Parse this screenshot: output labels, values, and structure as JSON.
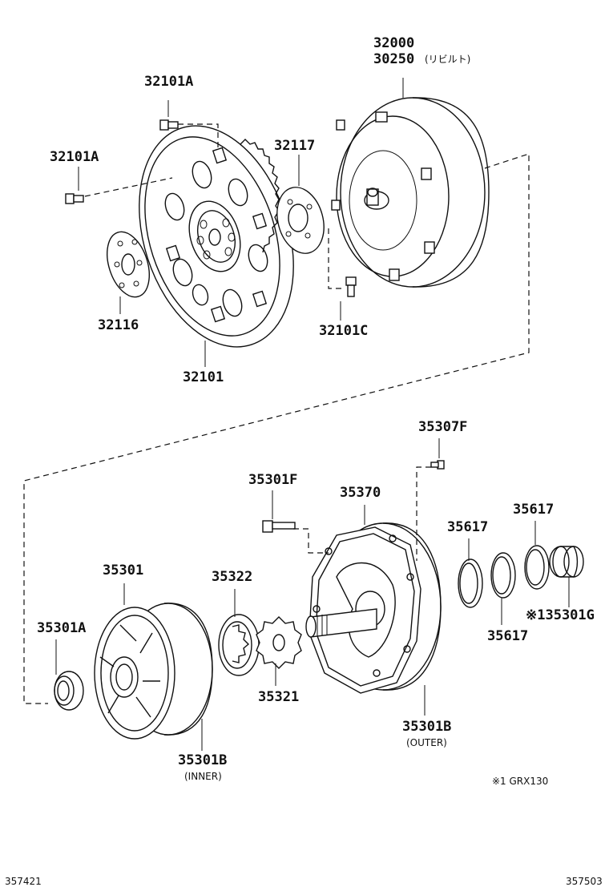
{
  "labels": {
    "p32000": "32000",
    "p30250": "30250",
    "p30250_note": "(リビルト)",
    "p32101A_top": "32101A",
    "p32101A_left": "32101A",
    "p32117": "32117",
    "p32116": "32116",
    "p32101C": "32101C",
    "p32101": "32101",
    "p35307F": "35307F",
    "p35301F": "35301F",
    "p35370": "35370",
    "p35617_a": "35617",
    "p35617_b": "35617",
    "p35617_c": "35617",
    "p35301": "35301",
    "p35322": "35322",
    "p35301A": "35301A",
    "p35301G": "※135301G",
    "p35321": "35321",
    "p35301B_outer": "35301B",
    "outer_note": "(OUTER)",
    "p35301B_inner": "35301B",
    "inner_note": "(INNER)"
  },
  "footnote": "※1  GRX130",
  "corners": {
    "bottom_left": "357421",
    "bottom_right": "357503"
  }
}
